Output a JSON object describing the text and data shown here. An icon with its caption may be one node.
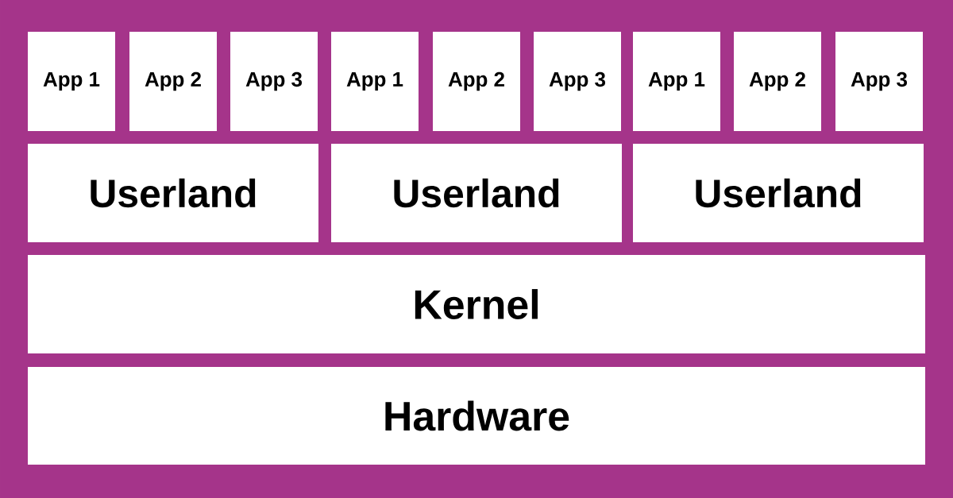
{
  "diagram": {
    "nodes": [
      {
        "text": [
          "App 1"
        ]
      },
      {
        "text": [
          "App 2"
        ]
      },
      {
        "text": [
          "App 3"
        ]
      },
      {
        "text": [
          "App 1"
        ]
      },
      {
        "text": [
          "App 2"
        ]
      },
      {
        "text": [
          "App 3"
        ]
      },
      {
        "text": [
          "App 1"
        ]
      },
      {
        "text": [
          "App 2"
        ]
      },
      {
        "text": [
          "App 3"
        ]
      },
      {
        "text": [
          "Userland"
        ]
      },
      {
        "text": [
          "Userland"
        ]
      },
      {
        "text": [
          "Userland"
        ]
      },
      {
        "text": [
          "Kernel"
        ]
      },
      {
        "text": [
          "Hardware"
        ]
      }
    ]
  }
}
